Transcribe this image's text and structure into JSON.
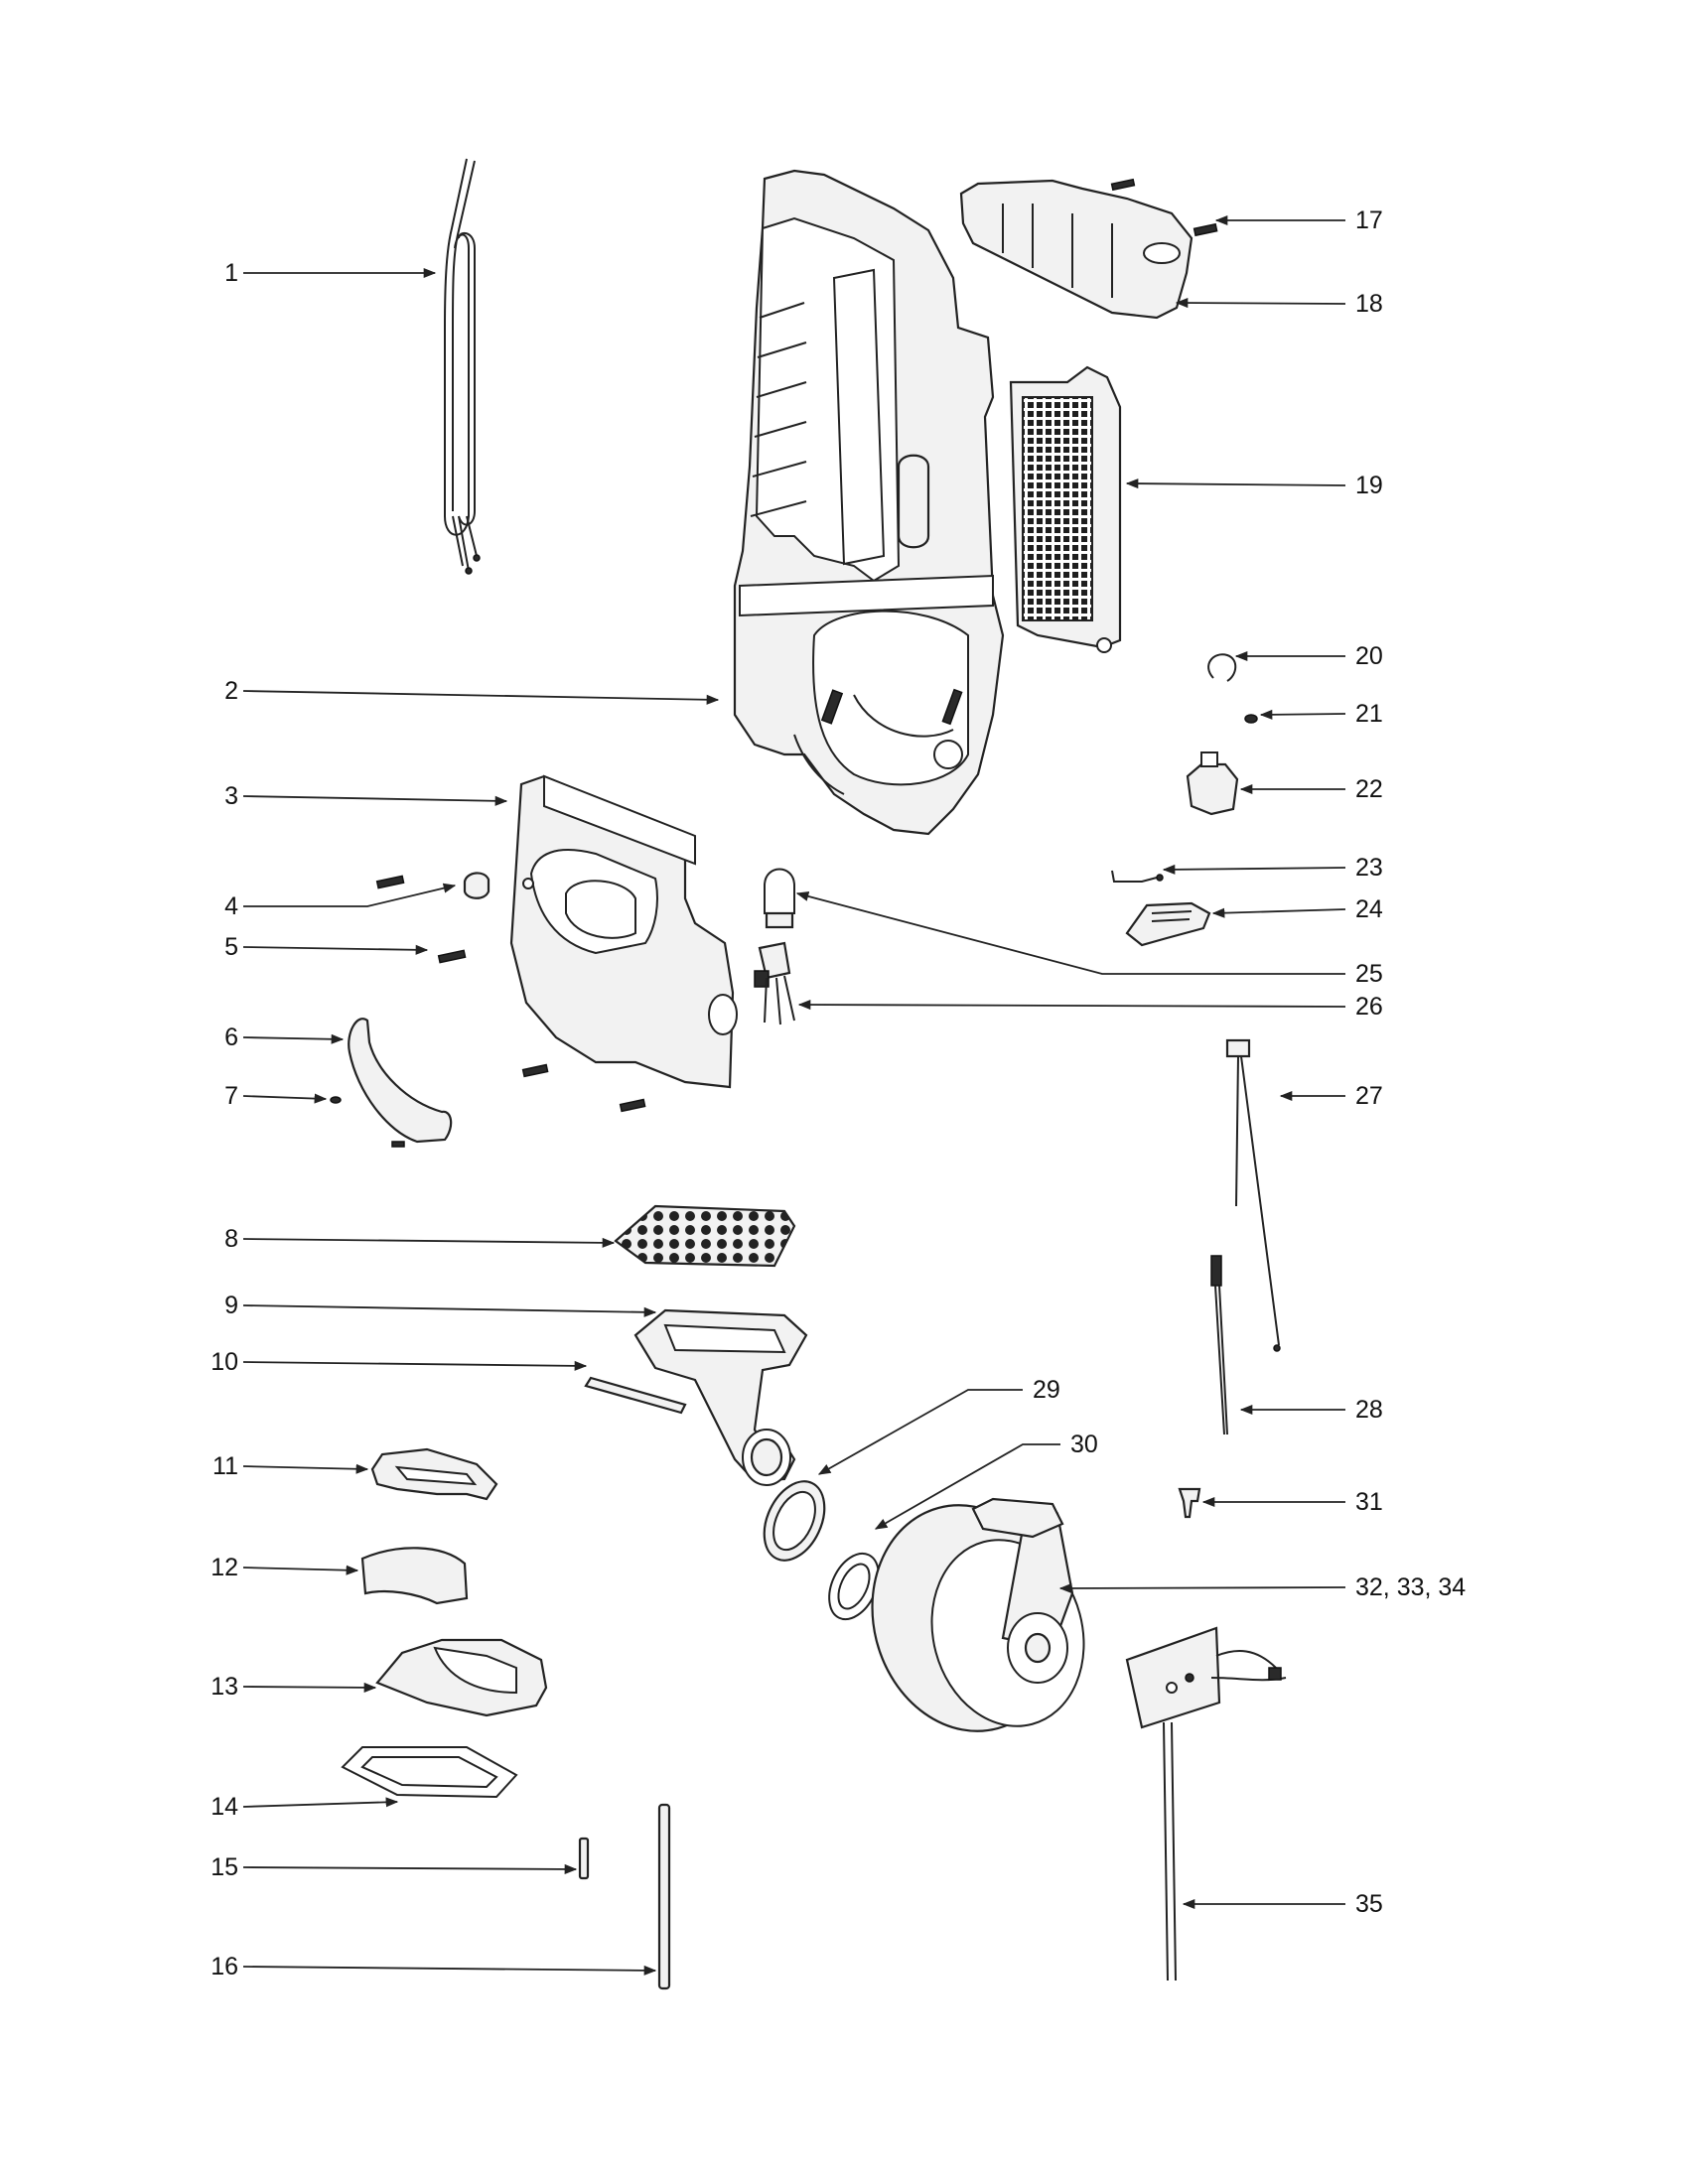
{
  "diagram": {
    "type": "exploded-parts-view",
    "callouts": [
      {
        "id": "c1",
        "label": "1"
      },
      {
        "id": "c2",
        "label": "2"
      },
      {
        "id": "c3",
        "label": "3"
      },
      {
        "id": "c4",
        "label": "4"
      },
      {
        "id": "c5",
        "label": "5"
      },
      {
        "id": "c6",
        "label": "6"
      },
      {
        "id": "c7",
        "label": "7"
      },
      {
        "id": "c8",
        "label": "8"
      },
      {
        "id": "c9",
        "label": "9"
      },
      {
        "id": "c10",
        "label": "10"
      },
      {
        "id": "c11",
        "label": "11"
      },
      {
        "id": "c12",
        "label": "12"
      },
      {
        "id": "c13",
        "label": "13"
      },
      {
        "id": "c14",
        "label": "14"
      },
      {
        "id": "c15",
        "label": "15"
      },
      {
        "id": "c16",
        "label": "16"
      },
      {
        "id": "c17",
        "label": "17"
      },
      {
        "id": "c18",
        "label": "18"
      },
      {
        "id": "c19",
        "label": "19"
      },
      {
        "id": "c20",
        "label": "20"
      },
      {
        "id": "c21",
        "label": "21"
      },
      {
        "id": "c22",
        "label": "22"
      },
      {
        "id": "c23",
        "label": "23"
      },
      {
        "id": "c24",
        "label": "24"
      },
      {
        "id": "c25",
        "label": "25"
      },
      {
        "id": "c26",
        "label": "26"
      },
      {
        "id": "c27",
        "label": "27"
      },
      {
        "id": "c28",
        "label": "28"
      },
      {
        "id": "c29",
        "label": "29"
      },
      {
        "id": "c30",
        "label": "30"
      },
      {
        "id": "c31",
        "label": "31"
      },
      {
        "id": "c32",
        "label": "32, 33, 34"
      },
      {
        "id": "c35",
        "label": "35"
      }
    ]
  }
}
